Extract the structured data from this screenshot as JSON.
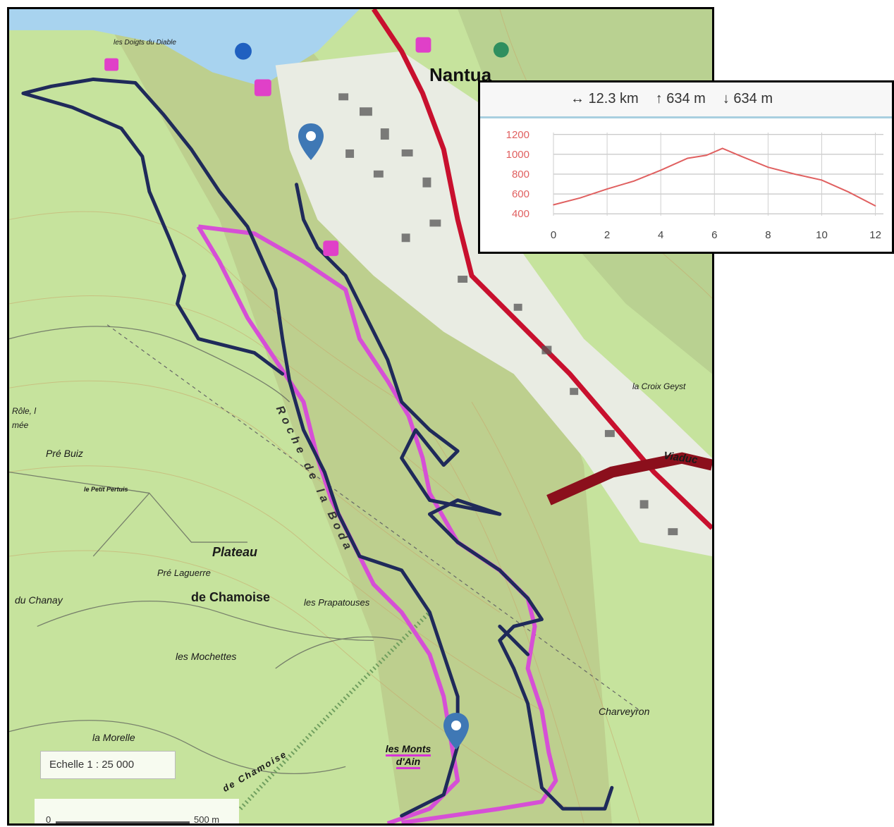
{
  "map": {
    "labels": {
      "nantua": "Nantua",
      "doigts": "les Doigts du Diable",
      "plateau": "Plateau",
      "chamoise": "de Chamoise",
      "pre_buiz": "Pré Buiz",
      "pertuis": "le Petit Pertuis",
      "pre_laguerre": "Pré Laguerre",
      "prapatouses": "les Prapatouses",
      "mochettes": "les Mochettes",
      "chanay": "du Chanay",
      "morelle": "la Morelle",
      "charveyron": "Charveyron",
      "croix_geyst": "la Croix Geyst",
      "viaduc": "Viaduc",
      "roche_boda": "Roche de la Boda",
      "route_chamoise": "de Chamoise",
      "monts_line1": "les Monts",
      "monts_line2": "d'Ain",
      "role_line": "Rôle, l mée"
    },
    "scale_text": "Echelle 1 : 25 000",
    "scalebar": {
      "start": "0",
      "end": "500 m"
    },
    "icons": {
      "start_marker": "map-pin-icon",
      "end_marker": "map-pin-icon"
    },
    "colors": {
      "route": "#1f2a5a",
      "variant": "#d64fd6",
      "road": "#c8102e",
      "lake": "#a8d3ef",
      "forest": "#c4e39b",
      "marker": "#3f78b5"
    }
  },
  "profile": {
    "distance": "↔ 12.3 km",
    "ascent": "↑ 634 m",
    "descent": "↓ 634 m",
    "chart_data": {
      "type": "area",
      "x": [
        0,
        1,
        2,
        3,
        4,
        5,
        5.7,
        6.3,
        7,
        8,
        9,
        10,
        11,
        12
      ],
      "y": [
        490,
        560,
        650,
        730,
        840,
        960,
        990,
        1060,
        980,
        870,
        800,
        740,
        620,
        480
      ],
      "xticks": [
        "0",
        "2",
        "4",
        "6",
        "8",
        "10",
        "12"
      ],
      "yticks": [
        "1200",
        "1000",
        "800",
        "600",
        "400"
      ],
      "xlim": [
        0,
        12.3
      ],
      "ylim": [
        380,
        1220
      ],
      "grid": true,
      "color": "#e06060"
    }
  }
}
